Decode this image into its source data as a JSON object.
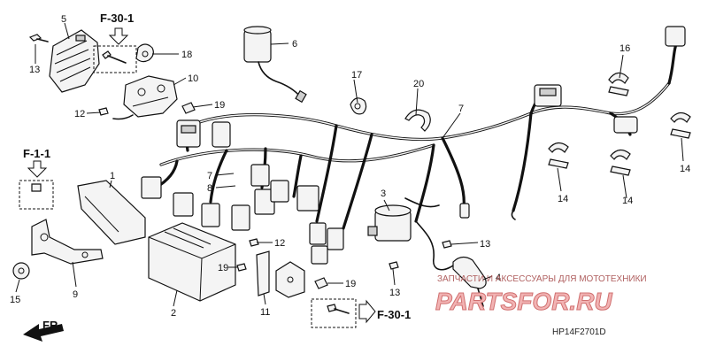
{
  "part_labels": {
    "p1": "1",
    "p2": "2",
    "p3": "3",
    "p4": "4",
    "p5": "5",
    "p6": "6",
    "p7a": "7",
    "p7b": "7",
    "p8": "8",
    "p9": "9",
    "p10": "10",
    "p11": "11",
    "p12a": "12",
    "p12b": "12",
    "p13a": "13",
    "p13b": "13",
    "p13c": "13",
    "p14a": "14",
    "p14b": "14",
    "p14c": "14",
    "p15": "15",
    "p16": "16",
    "p17": "17",
    "p18": "18",
    "p19a": "19",
    "p19b": "19",
    "p19c": "19",
    "p20": "20"
  },
  "references": {
    "top": "F-30-1",
    "left": "F-1-1",
    "bottom": "F-30-1"
  },
  "front_marker": "FR.",
  "watermark": {
    "tagline": "ЗАПЧАСТИ И АКСЕССУАРЫ ДЛЯ МОТОТЕХНИКИ",
    "logo": "PARTSFOR.RU"
  },
  "diagram_code": "HP14F2701D",
  "colors": {
    "line": "#111111",
    "watermark": "#d07070"
  }
}
